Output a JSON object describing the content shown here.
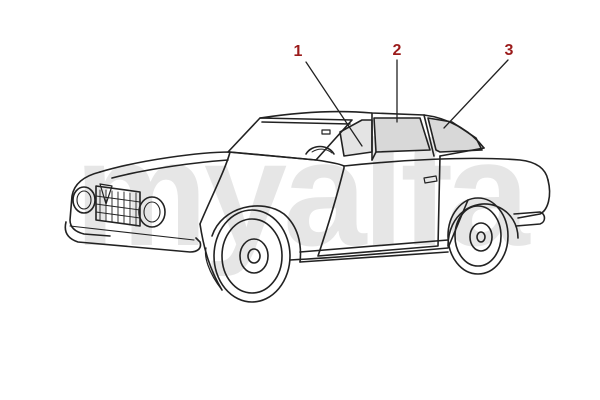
{
  "watermark": {
    "text": "myalfa"
  },
  "callouts": [
    {
      "label": "1",
      "part": "windscreen"
    },
    {
      "label": "2",
      "part": "side-rear-window"
    },
    {
      "label": "3",
      "part": "rear-window"
    }
  ],
  "colors": {
    "callout_text": "#9b1b1b",
    "line": "#222222",
    "glass": "#d8d8d8",
    "watermark": "#e6e6e6",
    "background": "#ffffff"
  }
}
